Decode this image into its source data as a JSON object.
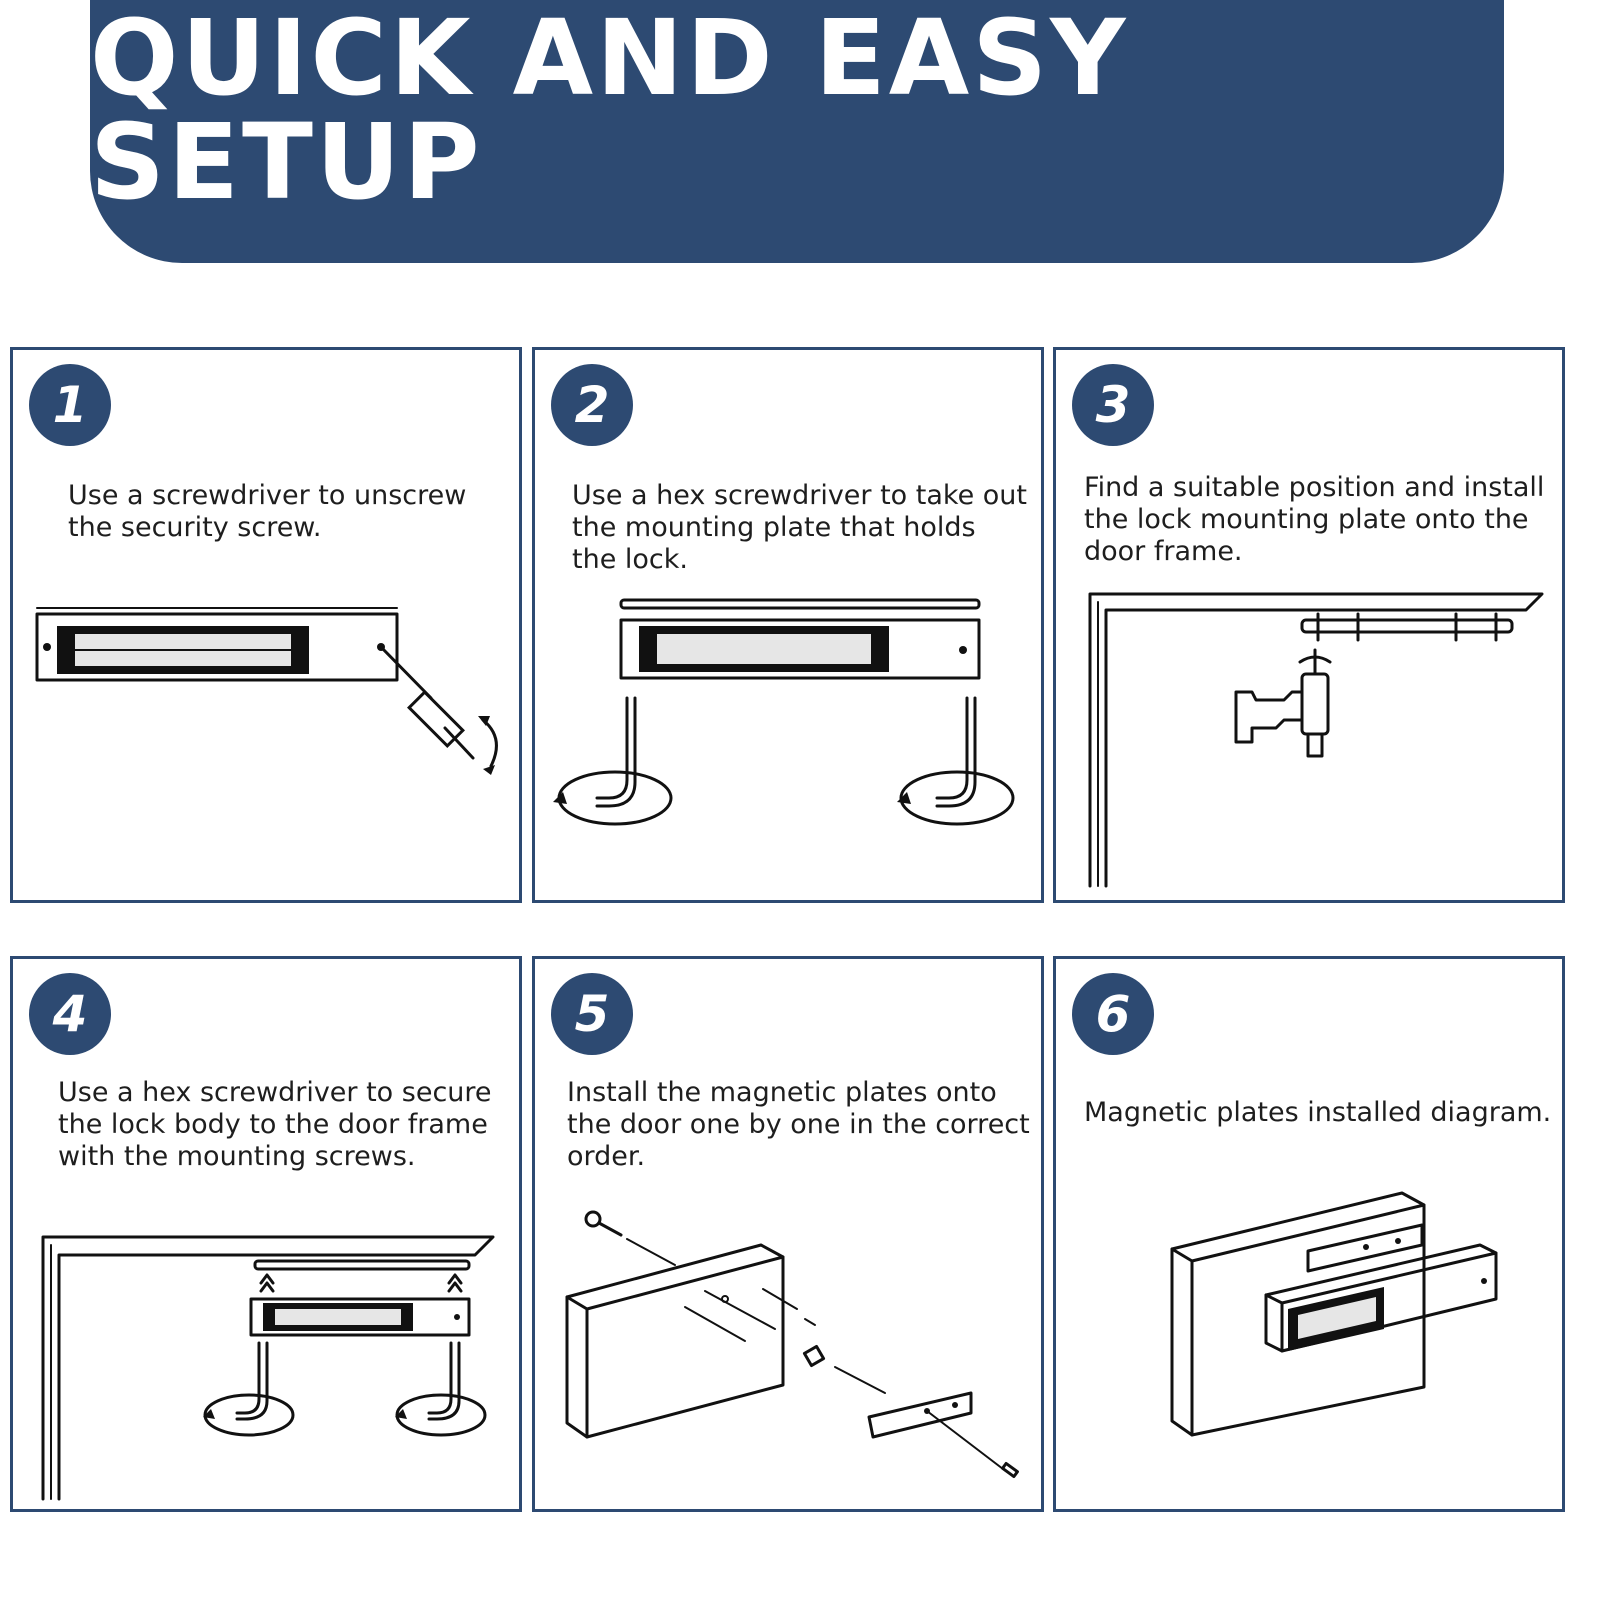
{
  "banner": {
    "title": "QUICK AND EASY SETUP"
  },
  "steps": [
    {
      "number": "1",
      "text": "Use a screwdriver to unscrew the security screw."
    },
    {
      "number": "2",
      "text": "Use a hex screwdriver to take out the mounting plate that holds the lock."
    },
    {
      "number": "3",
      "text": "Find a suitable position and install the lock mounting plate onto the door frame."
    },
    {
      "number": "4",
      "text": "Use a hex screwdriver to secure the lock body to the door frame with the mounting screws."
    },
    {
      "number": "5",
      "text": "Install the magnetic plates onto the door one by one in the correct order."
    },
    {
      "number": "6",
      "text": "Magnetic plates installed diagram."
    }
  ],
  "colors": {
    "accent": "#2d4a72",
    "background": "#ffffff",
    "text": "#1e1e1e"
  }
}
